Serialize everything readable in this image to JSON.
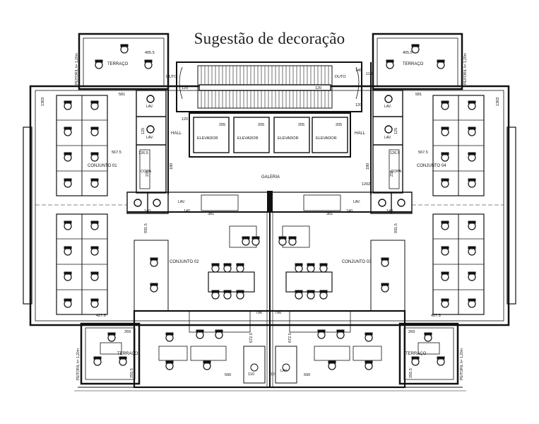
{
  "title": "Sugestão de decoração",
  "labels": {
    "terraco": "TERRAÇO",
    "hall": "HALL",
    "elevador": "ELEVADOR",
    "galeria": "GALERIA",
    "copa": "COPA",
    "lav": "LAV.",
    "duto": "DUTO",
    "peitoril": "PEITORIL  h= 1,20m",
    "conjunto_01": "CONJUNTO 01",
    "conjunto_02": "CONJUNTO 02",
    "conjunto_03": "CONJUNTO 03",
    "conjunto_04": "CONJUNTO 04"
  },
  "dimensions": {
    "d1303": "1303",
    "d581": "581",
    "d567_5": "567.5",
    "d427_5": "427.5",
    "d931_5": "931.5",
    "d1202": "1202",
    "d381": "381",
    "d140": "140",
    "d205": "205",
    "d230": "230",
    "d120": "120",
    "d145": "145",
    "d118": "118",
    "d269": "269",
    "d255_5": "255.5",
    "d590": "590",
    "d672_5": "672.5",
    "d796": "796",
    "d110": "110",
    "d180": "180",
    "d126_5": "126.5",
    "d231": "231",
    "d125": "125",
    "d405_5": "405.5"
  }
}
